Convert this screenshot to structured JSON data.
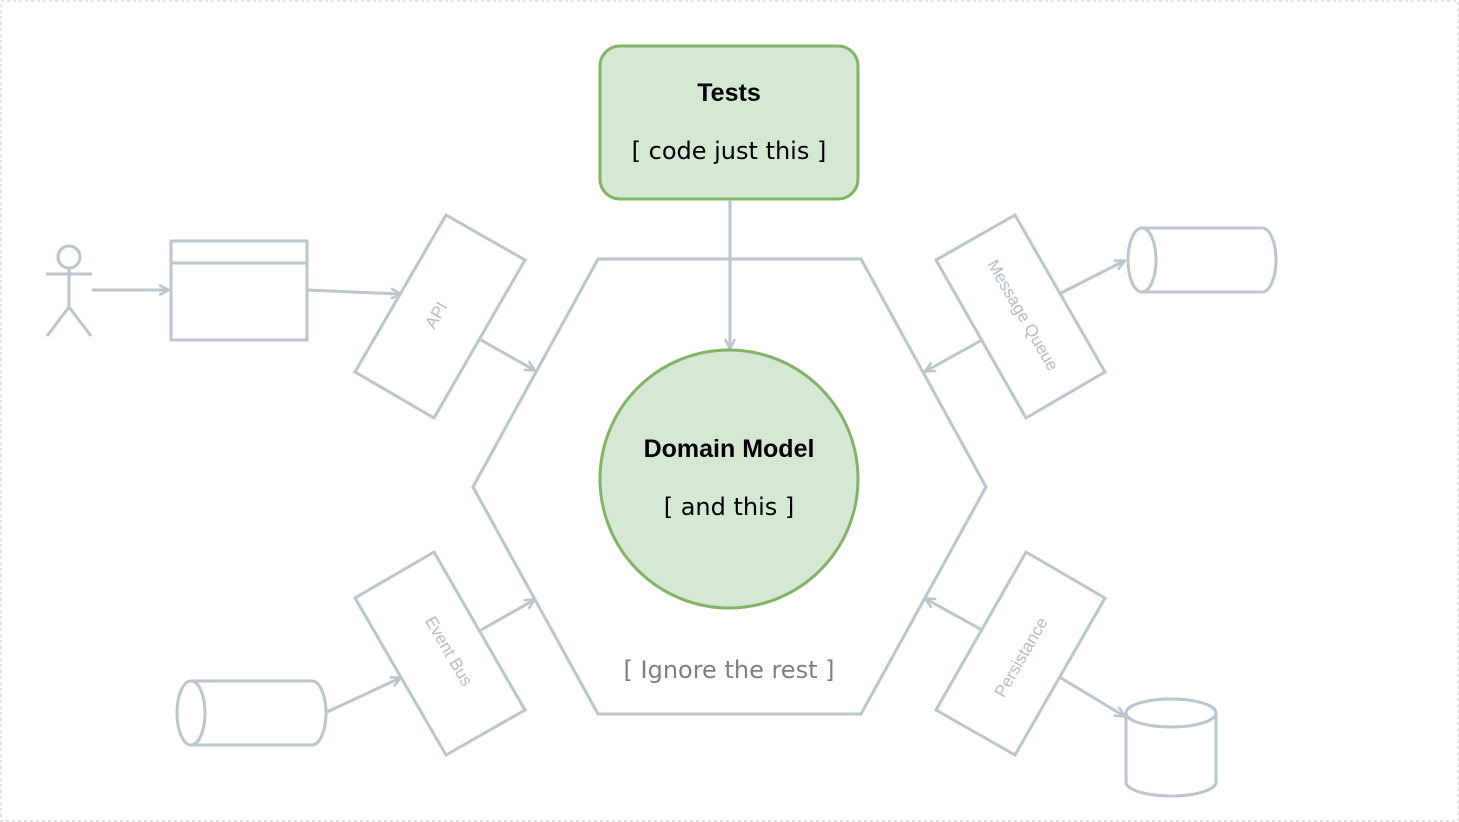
{
  "tests": {
    "title": "Tests",
    "subtitle": "[ code just this ]"
  },
  "domain_model": {
    "title": "Domain Model",
    "subtitle": "[ and this ]"
  },
  "hexagon": {
    "caption": "[ Ignore the rest ]"
  },
  "ports": {
    "api": "API",
    "message_queue": "Message Queue",
    "event_bus": "Event Bus",
    "persistance": "Persistance"
  },
  "colors": {
    "accent_fill": "#d5e8d4",
    "accent_stroke": "#82b366",
    "muted_stroke": "#bcc6cc"
  }
}
